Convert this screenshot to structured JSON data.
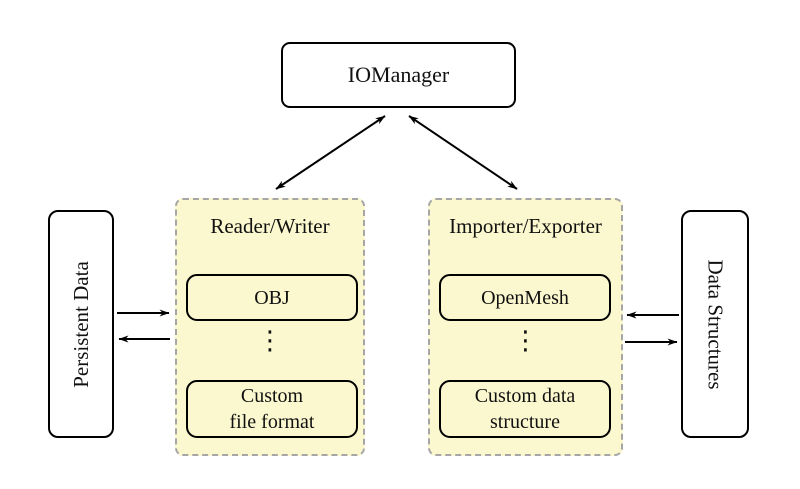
{
  "diagram": {
    "title_box": {
      "label": "IOManager"
    },
    "left_group": {
      "title": "Reader/Writer",
      "item_top": "OBJ",
      "ellipsis": "⋮",
      "item_bottom_line1": "Custom",
      "item_bottom_line2": "file format"
    },
    "right_group": {
      "title": "Importer/Exporter",
      "item_top": "OpenMesh",
      "ellipsis": "⋮",
      "item_bottom_line1": "Custom data",
      "item_bottom_line2": "structure"
    },
    "left_side_box": {
      "label": "Persistent Data"
    },
    "right_side_box": {
      "label": "Data Structures"
    },
    "colors": {
      "group_fill": "#FBF7CE",
      "group_border": "#A6A6A6",
      "node_border": "#000000",
      "arrow": "#000000",
      "background": "#FFFFFF"
    }
  }
}
